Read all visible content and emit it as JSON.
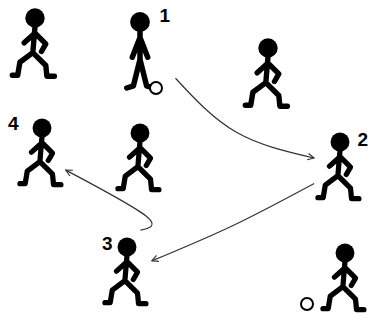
{
  "diagram": {
    "nodes": [
      {
        "text": [
          "1"
        ]
      },
      {
        "text": [
          "2"
        ]
      },
      {
        "text": [
          "3"
        ]
      },
      {
        "text": [
          "4"
        ]
      }
    ],
    "edges": [
      {
        "from": 0,
        "to": 1,
        "arrow": "to"
      },
      {
        "from": 1,
        "to": 2,
        "arrow": "to"
      },
      {
        "from": 2,
        "to": 3,
        "arrow": "to"
      }
    ]
  }
}
